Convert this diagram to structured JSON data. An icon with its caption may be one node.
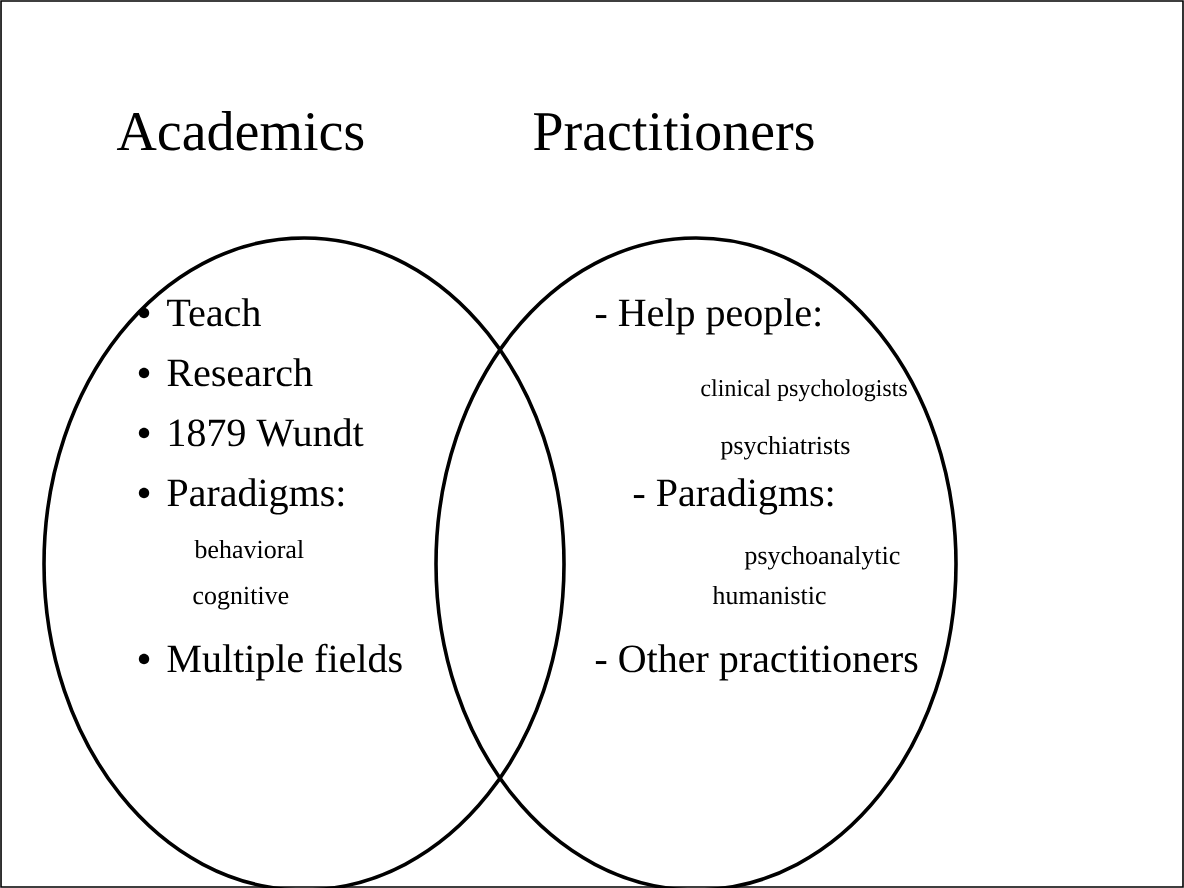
{
  "diagram": {
    "nodes": [
      {
        "text": [
          "Academics",
          "Teach",
          "Research",
          "1879 Wundt",
          "Paradigms:",
          "behavioral",
          "cognitive",
          "Multiple fields"
        ]
      },
      {
        "text": [
          "Practitioners",
          "- Help people:",
          "clinical psychologists",
          "psychiatrists",
          "- Paradigms:",
          "psychoanalytic",
          "humanistic",
          "- Other practitioners"
        ]
      }
    ]
  }
}
